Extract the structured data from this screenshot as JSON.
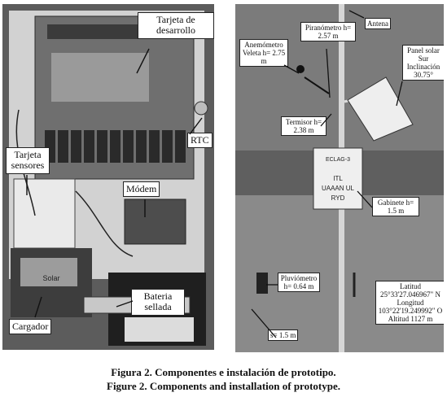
{
  "figure": {
    "left_labels": {
      "tarjeta_desarrollo": "Tarjeta de desarrollo",
      "rtc": "RTC",
      "tarjeta_sensores": "Tarjeta sensores",
      "modem": "Módem",
      "bateria": "Bateria sellada",
      "cargador": "Cargador"
    },
    "right_labels": {
      "antena": "Antena",
      "piranometro": "Piranómetro h= 2.57 m",
      "anemometro": "Anemómetro Veleta h= 2.75 m",
      "panel": "Panel solar Sur Inclinación 30.75°",
      "termisor": "Termisor h= 2.38 m",
      "gabinete": "Gabinete h= 1.5 m",
      "pluviometro": "Pluviómetro h= 0.64 m",
      "distancia": "s= 1.5 m",
      "coordenadas": "Latitud 25°33'27.046967\" N Longitud 103°22'19.249992\" O Altitud 1127 m"
    },
    "enclosure_sign": [
      "ECLAG-3",
      "ITL",
      "UAAAN UL",
      "RYD"
    ],
    "charger_brand": "Solar"
  },
  "captions": {
    "es": "Figura 2. Componentes e instalación de prototipo.",
    "en": "Figure 2. Components and installation of prototype."
  }
}
